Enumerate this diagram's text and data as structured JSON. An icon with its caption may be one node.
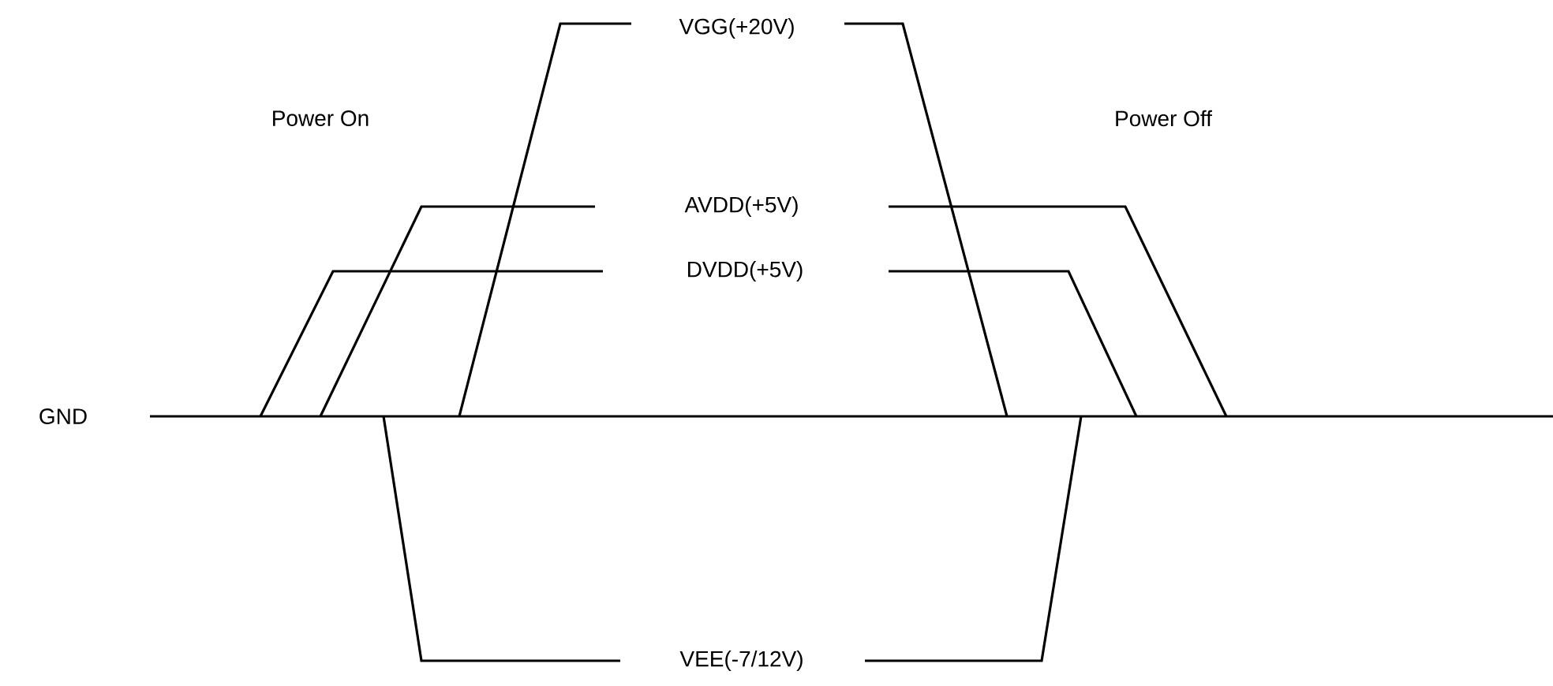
{
  "diagram": {
    "labels": [
      "VGG(+20V)",
      "Power On",
      "Power Off",
      "AVDD(+5V)",
      "DVDD(+5V)",
      "GND",
      "VEE(-7/12V)"
    ]
  }
}
